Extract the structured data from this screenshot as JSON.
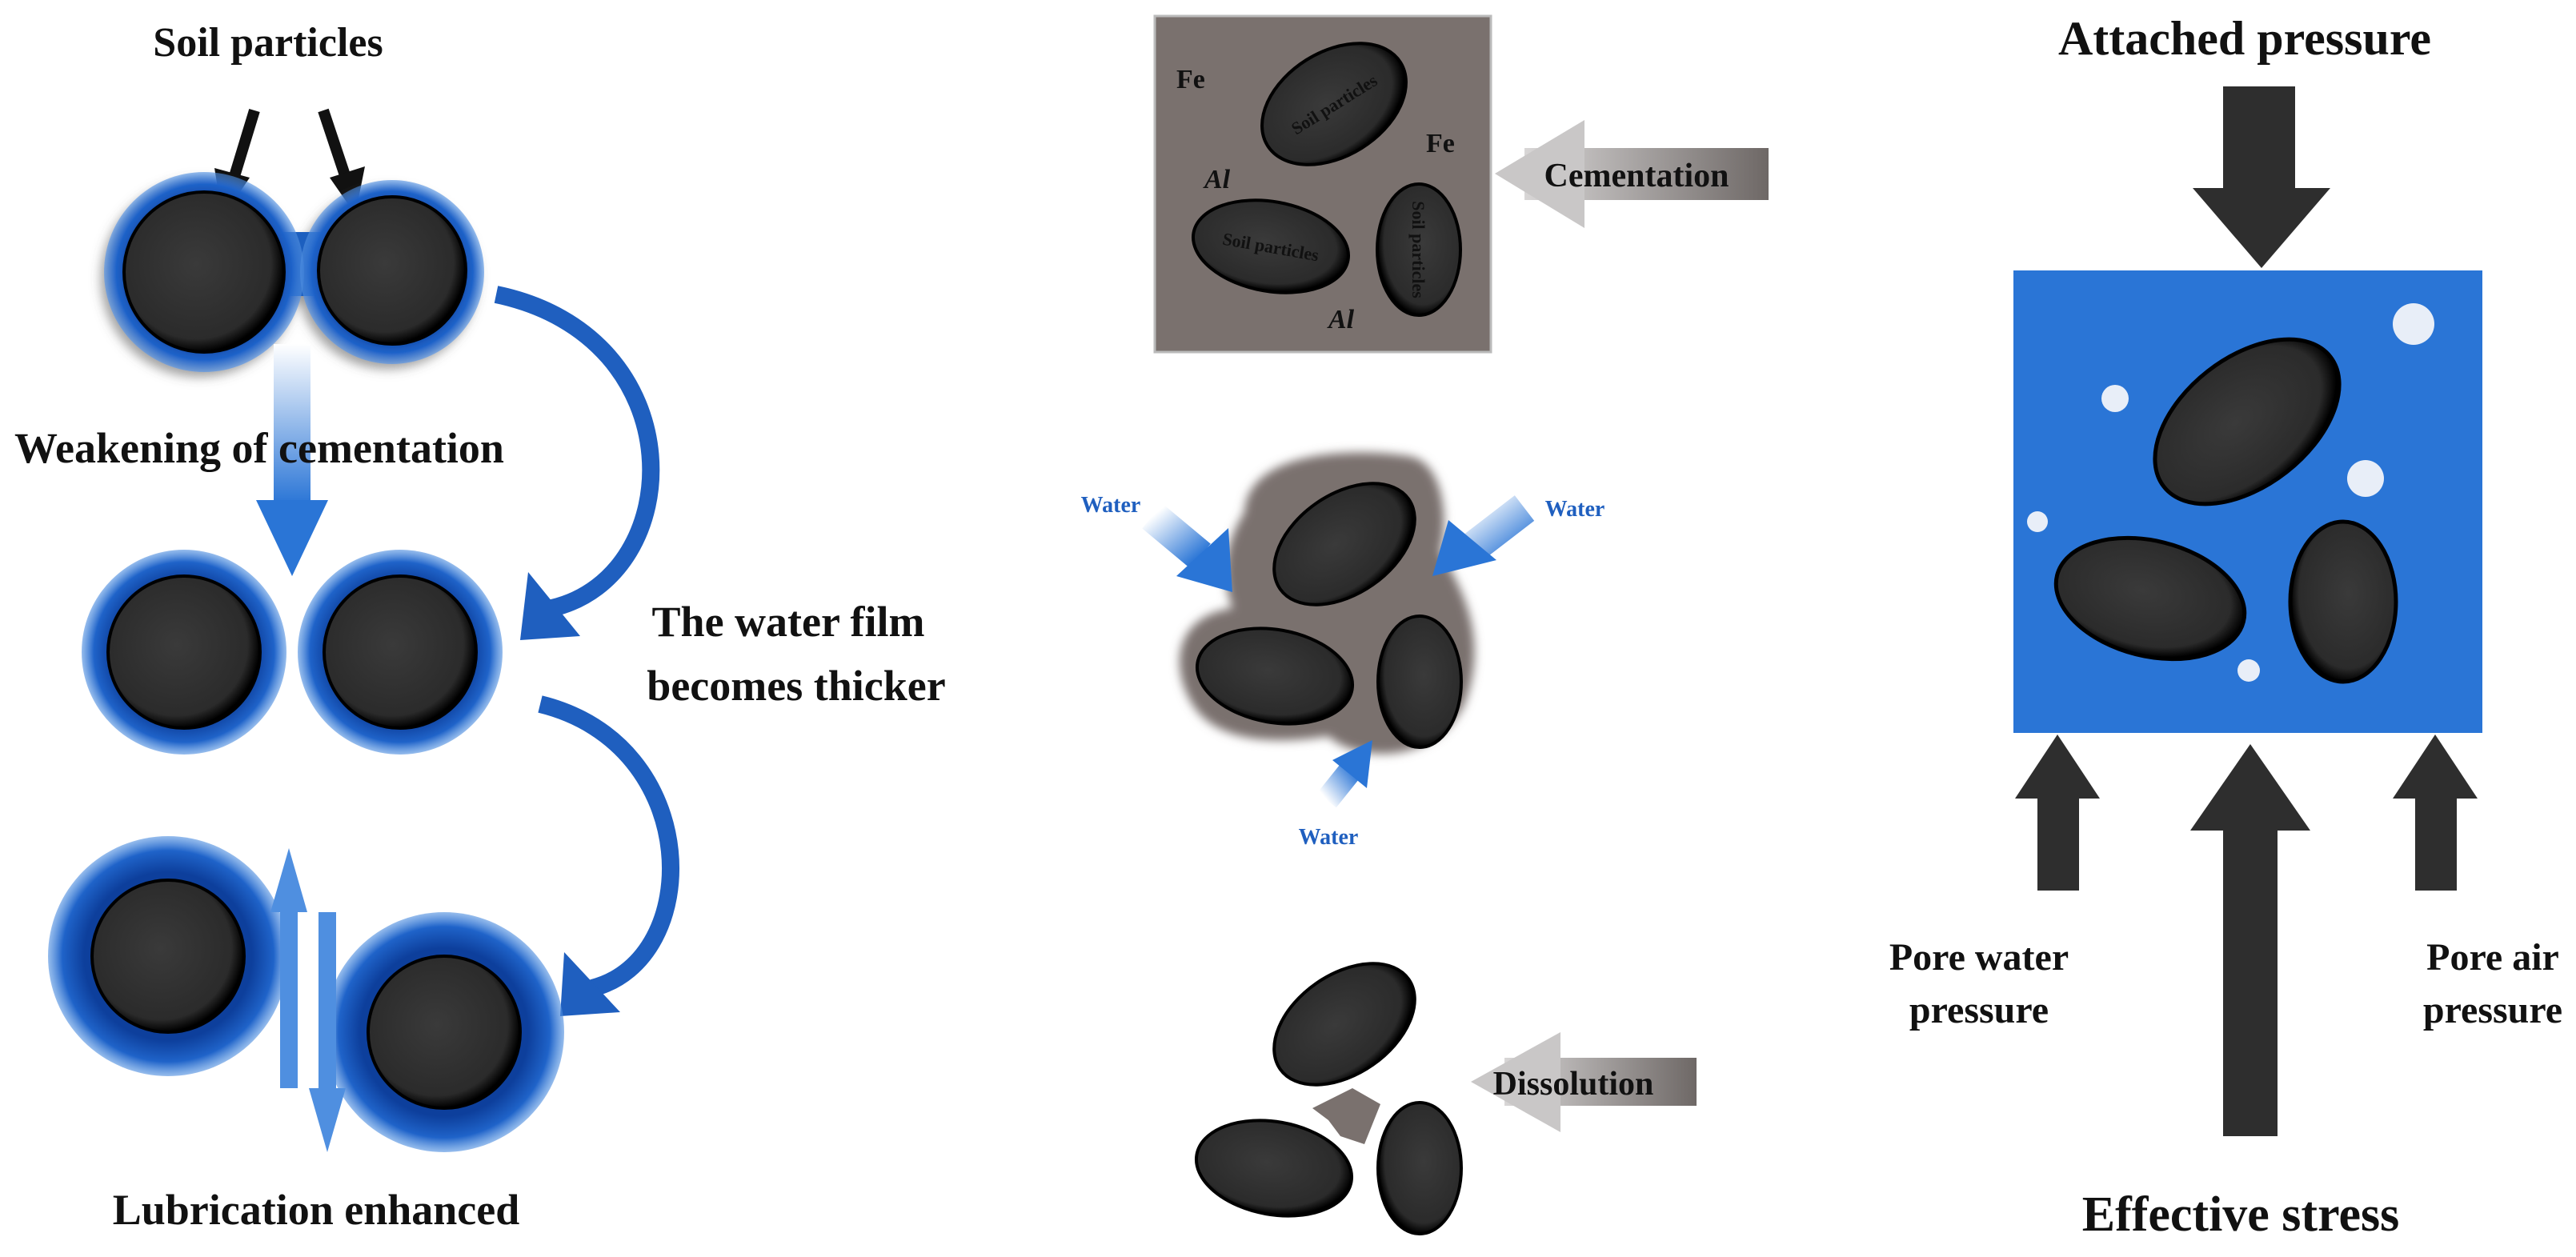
{
  "left_panel": {
    "soil_particles": "Soil particles",
    "weakening": "Weakening of cementation",
    "water_film_line1": "The water film",
    "water_film_line2": "becomes thicker",
    "lubrication": "Lubrication enhanced"
  },
  "middle_panel": {
    "cementation": "Cementation",
    "element_fe_1": "Fe",
    "element_fe_2": "Fe",
    "element_al_1": "Al",
    "element_al_2": "Al",
    "particle_label_1": "Soil particles",
    "particle_label_2": "Soil particles",
    "particle_label_3": "Soil particles",
    "water_1": "Water",
    "water_2": "Water",
    "water_3": "Water",
    "dissolution": "Dissolution"
  },
  "right_panel": {
    "attached_pressure": "Attached pressure",
    "pore_water_line1": "Pore water",
    "pore_water_line2": "pressure",
    "pore_air_line1": "Pore air",
    "pore_air_line2": "pressure",
    "effective_stress": "Effective stress"
  },
  "colors": {
    "water_blue": "#2a75d6",
    "film_blue": "#1f5fbf",
    "particle_dark": "#333333",
    "cement_gray": "#7a716e",
    "arrow_dark": "#2e2e2e"
  }
}
